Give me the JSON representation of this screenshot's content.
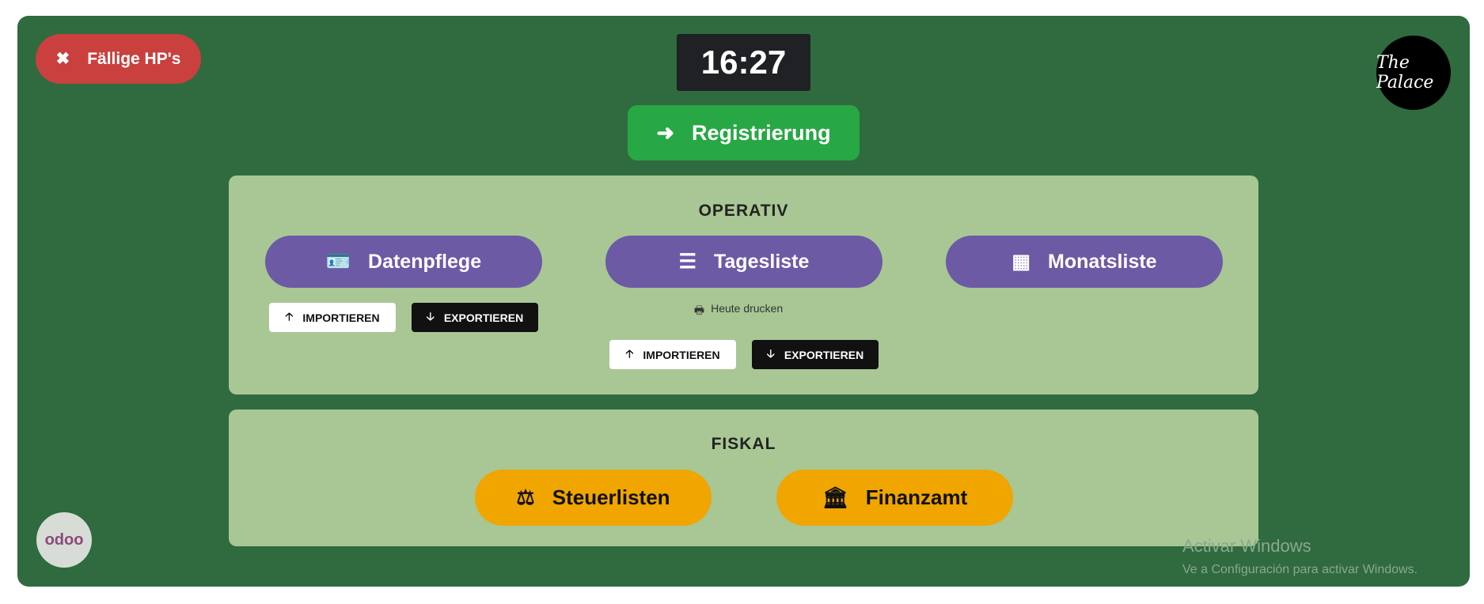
{
  "header": {
    "due_button": "Fällige HP's",
    "clock": "16:27",
    "logo_text": "The Palace",
    "register_button": "Registrierung"
  },
  "operativ": {
    "title": "OPERATIV",
    "buttons": [
      {
        "label": "Datenpflege",
        "icon": "id-card-icon"
      },
      {
        "label": "Tagesliste",
        "icon": "list-icon"
      },
      {
        "label": "Monatsliste",
        "icon": "calendar-icon"
      }
    ],
    "import_label": "IMPORTIEREN",
    "export_label": "EXPORTIEREN",
    "print_today": "Heute drucken"
  },
  "fiskal": {
    "title": "FISKAL",
    "buttons": [
      {
        "label": "Steuerlisten",
        "icon": "scale-icon"
      },
      {
        "label": "Finanzamt",
        "icon": "bank-icon"
      }
    ]
  },
  "footer": {
    "powered_by": "odoo",
    "windows_line1": "Activar Windows",
    "windows_line2": "Ve a Configuración para activar Windows."
  }
}
